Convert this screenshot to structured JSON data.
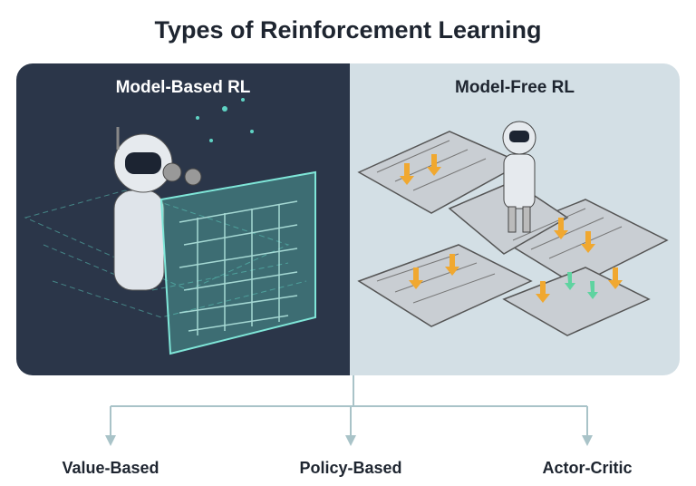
{
  "title": "Types of Reinforcement Learning",
  "panels": {
    "left": {
      "title": "Model-Based RL",
      "icon": "robot-with-holographic-maze-icon"
    },
    "right": {
      "title": "Model-Free RL",
      "icon": "robot-in-maze-icon"
    }
  },
  "subtypes": [
    "Value-Based",
    "Policy-Based",
    "Actor-Critic"
  ],
  "colors": {
    "dark_panel": "#2b3649",
    "light_panel": "#d3dfe5",
    "connector": "#a9c3c8",
    "hologram": "#5fd3c4",
    "reward_arrow": "#f0a830"
  }
}
